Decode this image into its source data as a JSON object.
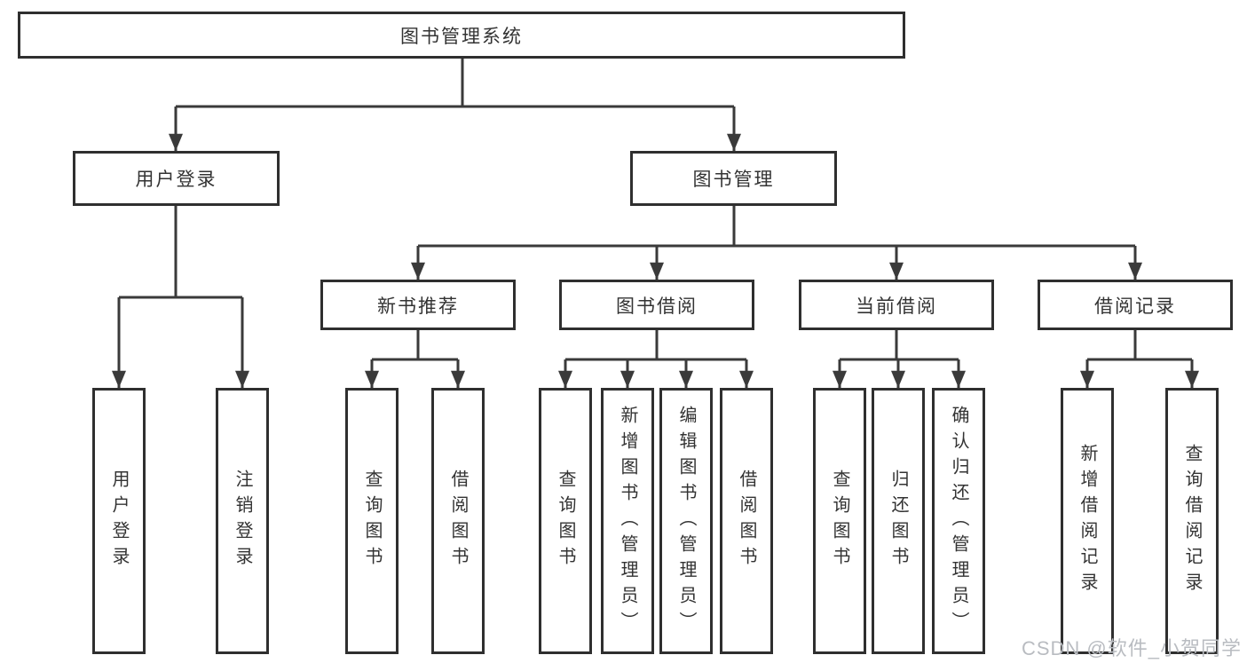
{
  "diagram": {
    "root_label": "图书管理系统",
    "level2": {
      "user_login": "用户登录",
      "book_mgmt": "图书管理"
    },
    "level3": {
      "new_books": "新书推荐",
      "borrowing": "图书借阅",
      "current": "当前借阅",
      "records": "借阅记录"
    },
    "leaves": {
      "user_login": [
        "用户登录",
        "注销登录"
      ],
      "new_books": [
        "查询图书",
        "借阅图书"
      ],
      "borrowing": [
        "查询图书",
        "新增图书（管理员）",
        "编辑图书（管理员）",
        "借阅图书"
      ],
      "current": [
        "查询图书",
        "归还图书",
        "确认归还（管理员）"
      ],
      "records": [
        "新增借阅记录",
        "查询借阅记录"
      ]
    }
  },
  "watermark": {
    "text": "CSDN @软件_小贺同学"
  },
  "colors": {
    "line": "#3a3a3a",
    "box_border": "#2f2f2f",
    "text": "#333333",
    "background": "#ffffff",
    "watermark": "#b9bcc1"
  }
}
